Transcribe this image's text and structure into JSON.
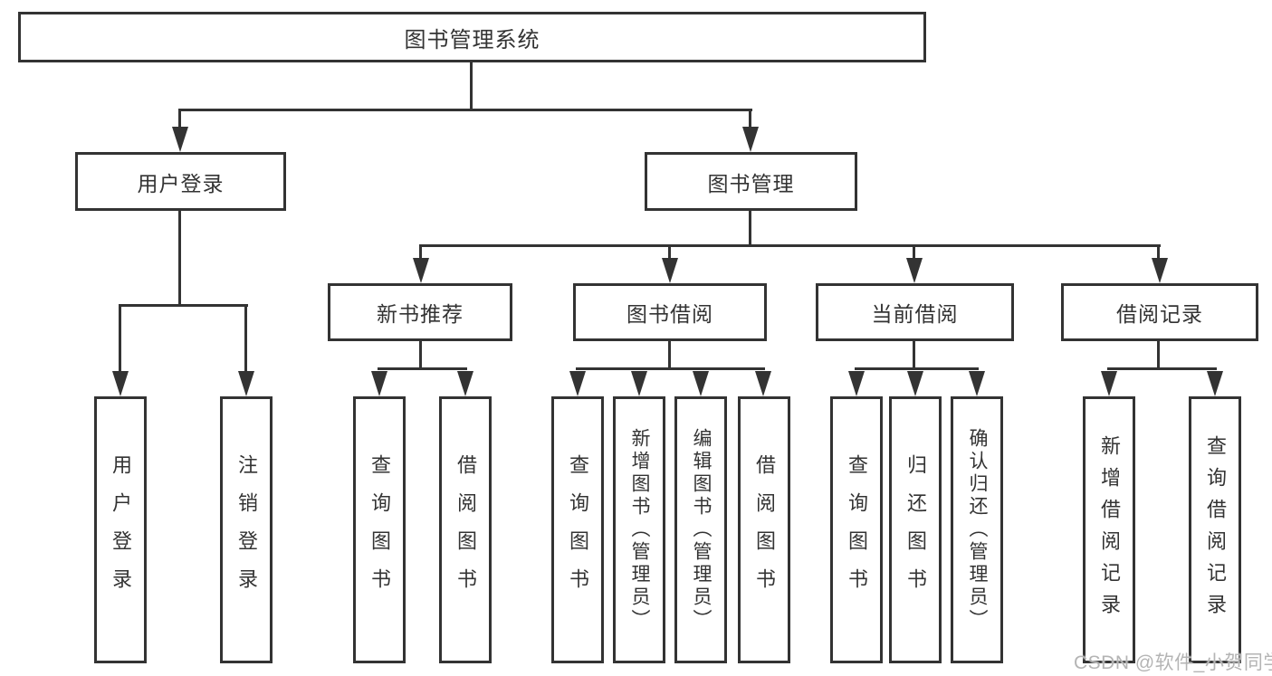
{
  "diagram": {
    "type": "hierarchy-flowchart",
    "orientation": "top-down"
  },
  "tree": {
    "root": {
      "label": "图书管理系统"
    },
    "children": [
      {
        "label": "用户登录",
        "children": [
          {
            "label": "用户登录"
          },
          {
            "label": "注销登录"
          }
        ]
      },
      {
        "label": "图书管理",
        "children": [
          {
            "label": "新书推荐",
            "children": [
              {
                "label": "查询图书"
              },
              {
                "label": "借阅图书"
              }
            ]
          },
          {
            "label": "图书借阅",
            "children": [
              {
                "label": "查询图书"
              },
              {
                "label": "新增图书（管理员）"
              },
              {
                "label": "编辑图书（管理员）"
              },
              {
                "label": "借阅图书"
              }
            ]
          },
          {
            "label": "当前借阅",
            "children": [
              {
                "label": "查询图书"
              },
              {
                "label": "归还图书"
              },
              {
                "label": "确认归还（管理员）"
              }
            ]
          },
          {
            "label": "借阅记录",
            "children": [
              {
                "label": "新增借阅记录"
              },
              {
                "label": "查询借阅记录"
              }
            ]
          }
        ]
      }
    ]
  },
  "watermark": {
    "text": "CSDN @软件_小贺同学"
  },
  "colors": {
    "line": "#333333",
    "text": "#333333",
    "box_background": "#ffffff",
    "page_background": "#ffffff",
    "watermark": "#b4b4b4"
  }
}
